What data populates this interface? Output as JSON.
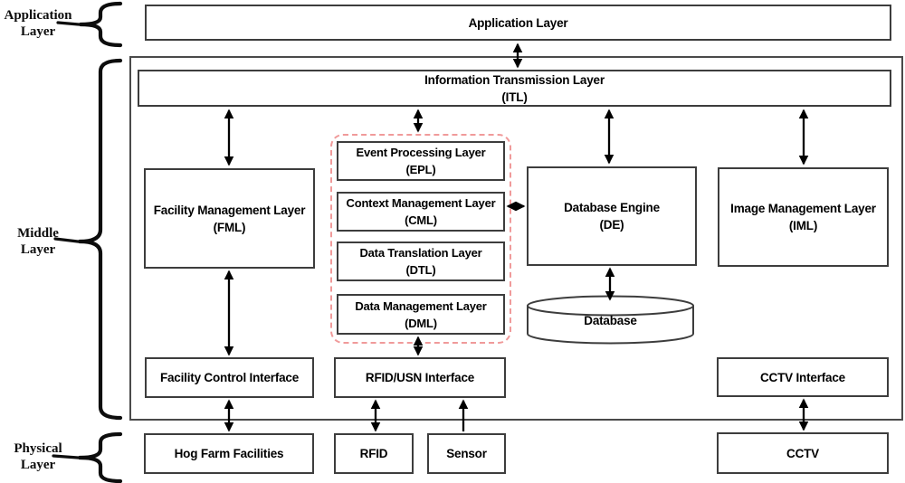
{
  "side_labels": {
    "application": {
      "line1": "Application",
      "line2": "Layer"
    },
    "middle": {
      "line1": "Middle",
      "line2": "Layer"
    },
    "physical": {
      "line1": "Physical",
      "line2": "Layer"
    }
  },
  "boxes": {
    "application_layer": {
      "title": "Application Layer"
    },
    "itl": {
      "line1": "Information Transmission Layer",
      "line2": "(ITL)"
    },
    "fml": {
      "line1": "Facility Management Layer",
      "line2": "(FML)"
    },
    "epl": {
      "line1": "Event Processing Layer",
      "line2": "(EPL)"
    },
    "cml": {
      "line1": "Context Management Layer",
      "line2": "(CML)"
    },
    "dtl": {
      "line1": "Data Translation Layer",
      "line2": "(DTL)"
    },
    "dml": {
      "line1": "Data Management Layer",
      "line2": "(DML)"
    },
    "de": {
      "line1": "Database Engine",
      "line2": "(DE)"
    },
    "iml": {
      "line1": "Image Management Layer",
      "line2": "(IML)"
    },
    "database": {
      "title": "Database"
    },
    "facility_control_interface": {
      "title": "Facility Control Interface"
    },
    "rfid_usn_interface": {
      "title": "RFID/USN Interface"
    },
    "cctv_interface": {
      "title": "CCTV Interface"
    },
    "hog_farm_facilities": {
      "title": "Hog Farm Facilities"
    },
    "rfid": {
      "title": "RFID"
    },
    "sensor": {
      "title": "Sensor"
    },
    "cctv": {
      "title": "CCTV"
    }
  },
  "colors": {
    "box_border": "#3d3d3d",
    "dashed_group_border": "#f09a9a",
    "arrow": "#000000",
    "background": "#ffffff",
    "text": "#000000"
  }
}
